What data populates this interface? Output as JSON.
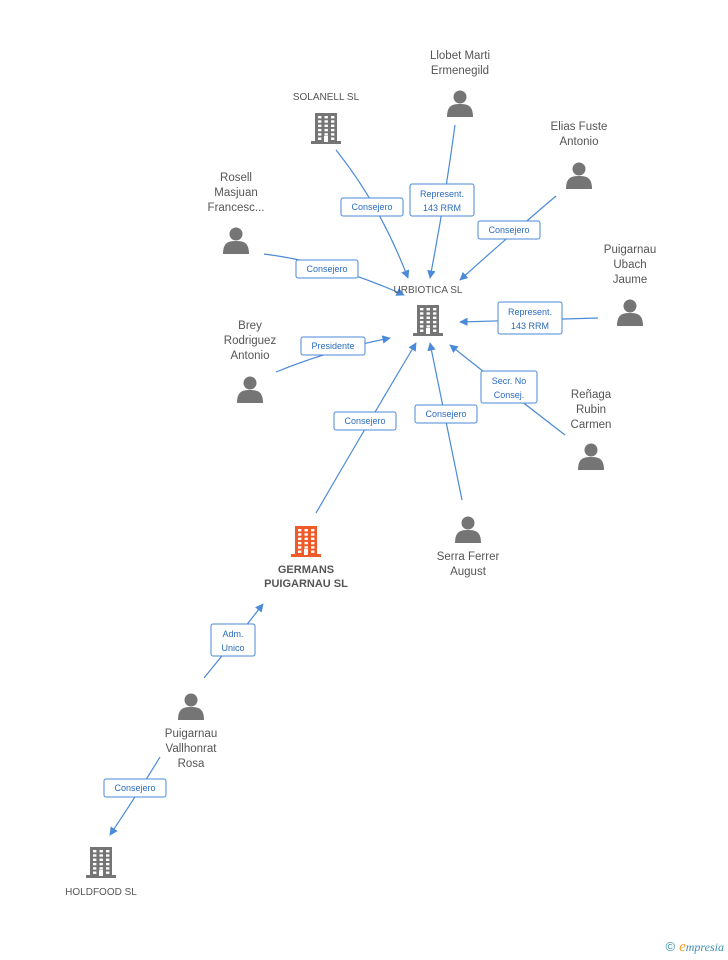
{
  "colors": {
    "person": "#757575",
    "company": "#757575",
    "focus": "#f05a28",
    "edge": "#4a8ad8"
  },
  "nodes": {
    "solanell": {
      "lines": [
        "SOLANELL SL"
      ],
      "icon": "building-icon"
    },
    "llobet": {
      "lines": [
        "Llobet Marti",
        "Ermenegild"
      ],
      "icon": "person-icon"
    },
    "elias": {
      "lines": [
        "Elias Fuste",
        "Antonio"
      ],
      "icon": "person-icon"
    },
    "rosell": {
      "lines": [
        "Rosell",
        "Masjuan",
        "Francesc..."
      ],
      "icon": "person-icon"
    },
    "urbiotica": {
      "lines": [
        "URBIOTICA SL"
      ],
      "icon": "building-icon"
    },
    "puigarnau_ubach": {
      "lines": [
        "Puigarnau",
        "Ubach",
        "Jaume"
      ],
      "icon": "person-icon"
    },
    "brey": {
      "lines": [
        "Brey",
        "Rodriguez",
        "Antonio"
      ],
      "icon": "person-icon"
    },
    "renaga": {
      "lines": [
        "Reñaga",
        "Rubin",
        "Carmen"
      ],
      "icon": "person-icon"
    },
    "serra": {
      "lines": [
        "Serra Ferrer",
        "August"
      ],
      "icon": "person-icon"
    },
    "germans": {
      "lines": [
        "GERMANS",
        "PUIGARNAU SL"
      ],
      "icon": "building-icon"
    },
    "puigarnau_vallhonrat": {
      "lines": [
        "Puigarnau",
        "Vallhonrat",
        "Rosa"
      ],
      "icon": "person-icon"
    },
    "holdfood": {
      "lines": [
        "HOLDFOOD SL"
      ],
      "icon": "building-icon"
    }
  },
  "relations": [
    {
      "from": "solanell",
      "to": "urbiotica",
      "lines": [
        "Consejero"
      ]
    },
    {
      "from": "llobet",
      "to": "urbiotica",
      "lines": [
        "Represent.",
        "143 RRM"
      ]
    },
    {
      "from": "elias",
      "to": "urbiotica",
      "lines": [
        "Consejero"
      ]
    },
    {
      "from": "rosell",
      "to": "urbiotica",
      "lines": [
        "Consejero"
      ]
    },
    {
      "from": "puigarnau_ubach",
      "to": "urbiotica",
      "lines": [
        "Represent.",
        "143 RRM"
      ]
    },
    {
      "from": "brey",
      "to": "urbiotica",
      "lines": [
        "Presidente"
      ]
    },
    {
      "from": "renaga",
      "to": "urbiotica",
      "lines": [
        "Secr.  No",
        "Consej."
      ]
    },
    {
      "from": "serra",
      "to": "urbiotica",
      "lines": [
        "Consejero"
      ]
    },
    {
      "from": "germans",
      "to": "urbiotica",
      "lines": [
        "Consejero"
      ]
    },
    {
      "from": "puigarnau_vallhonrat",
      "to": "germans",
      "lines": [
        "Adm.",
        "Unico"
      ]
    },
    {
      "from": "puigarnau_vallhonrat",
      "to": "holdfood",
      "lines": [
        "Consejero"
      ]
    }
  ],
  "footer": {
    "copyright": "©",
    "brand_initial": "e",
    "brand_rest": "mpresia"
  }
}
